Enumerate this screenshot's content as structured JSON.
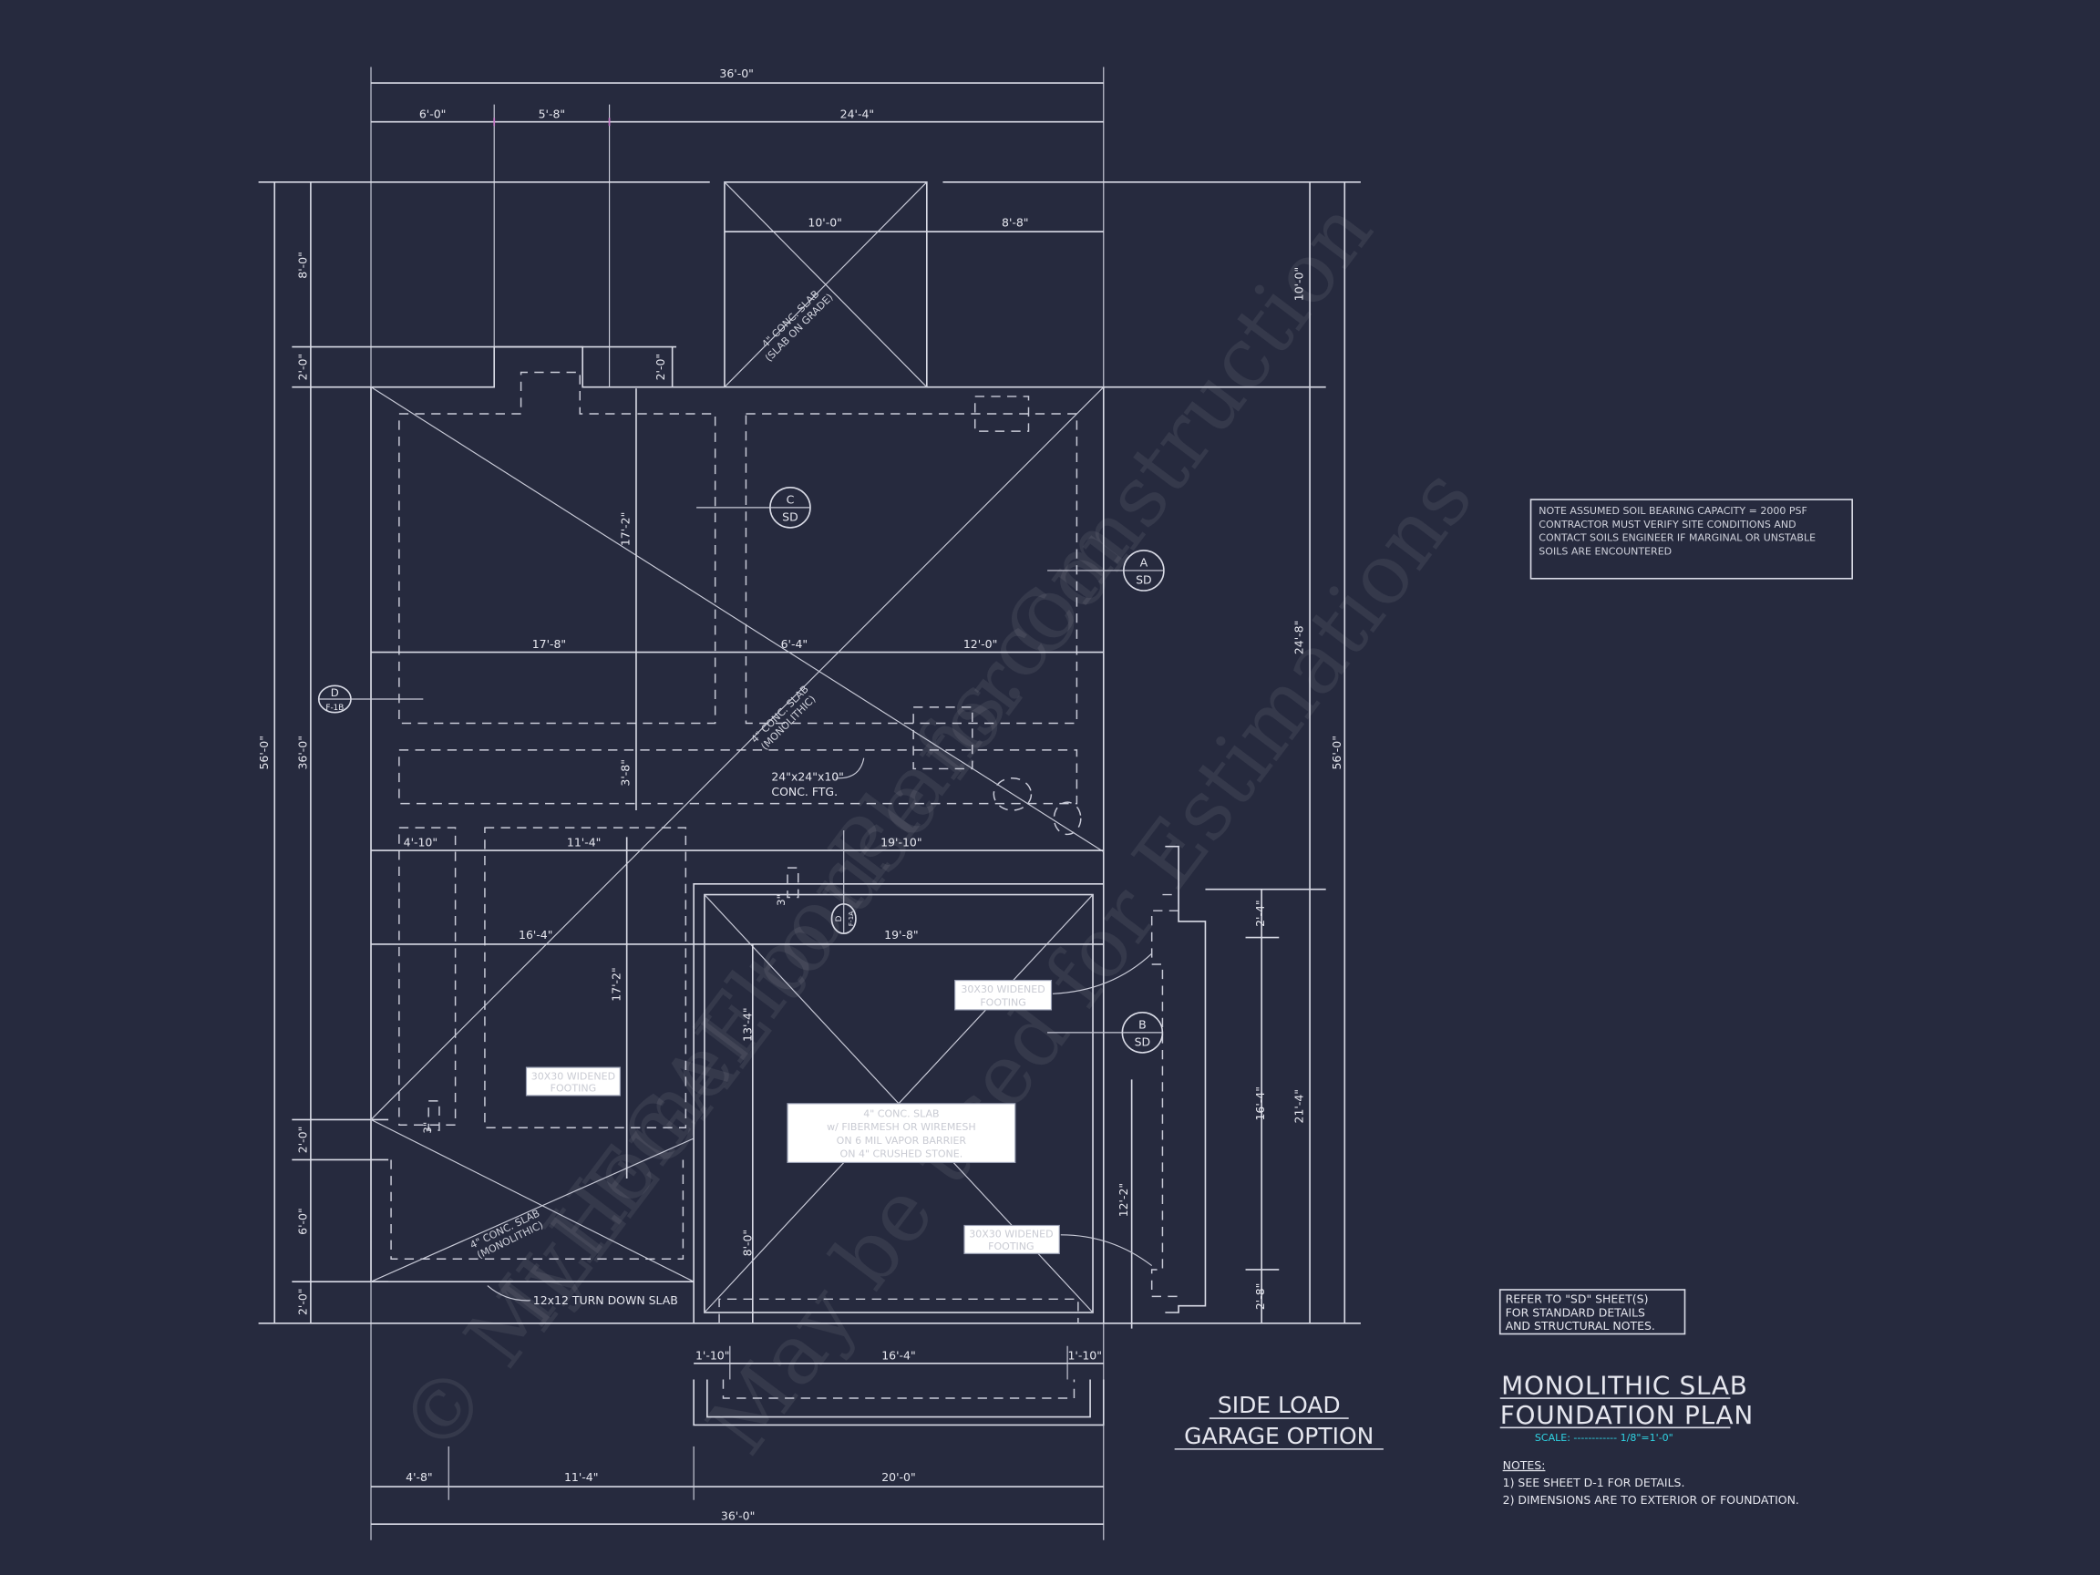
{
  "colors": {
    "background": "#262a3e",
    "linework": "#d9dbe6",
    "scale_text": "#2fd3e3",
    "dimension_ticks": "#c77ac7"
  },
  "watermarks": [
    "© MyHomeFloorPlans.com",
    "ILLEGAL to use for Construction",
    "May be used for Estimations"
  ],
  "dimensions": {
    "top_overall": "36'-0\"",
    "top_row": [
      "6'-0\"",
      "5'-8\"",
      "24'-4\""
    ],
    "porch": [
      "10'-0\"",
      "8'-8\""
    ],
    "left_overall": "56'-0\"",
    "left_segments": [
      "8'-0\"",
      "2'-0\"",
      "36'-0\"",
      "2'-0\"",
      "6'-0\"",
      "2'-0\""
    ],
    "right_overall": "56'-0\"",
    "right_segments": [
      "10'-0\"",
      "24'-8\"",
      "21'-4\""
    ],
    "right_garage": [
      "2'-4\"",
      "16'-4\"",
      "2'-8\""
    ],
    "garage_side": "12'-2\"",
    "row1": [
      "17'-8\"",
      "6'-4\"",
      "12'-0\""
    ],
    "row2": [
      "4'-10\"",
      "11'-4\"",
      "19'-10\""
    ],
    "row3": [
      "16'-4\"",
      "19'-8\""
    ],
    "vertical_inner": [
      "17'-2\"",
      "3'-8\"",
      "17'-2\"",
      "2'-0\""
    ],
    "garage_inner": [
      "13'-4\"",
      "8'-0\"",
      "3\"",
      "3\""
    ],
    "garage_front": [
      "1'-10\"",
      "16'-4\"",
      "1'-10\""
    ],
    "bottom_row": [
      "4'-8\"",
      "11'-4\"",
      "20'-0\""
    ],
    "bottom_overall": "36'-0\""
  },
  "section_tags": [
    {
      "top": "C",
      "bottom": "SD"
    },
    {
      "top": "A",
      "bottom": "SD"
    },
    {
      "top": "B",
      "bottom": "SD"
    },
    {
      "top": "D",
      "bottom": "F-1B"
    },
    {
      "top": "D",
      "bottom": "F-1A"
    }
  ],
  "annotations": {
    "porch_slab": [
      "4\" CONC. SLAB",
      "(SLAB ON GRADE)"
    ],
    "main_slab": [
      "4\" CONC. SLAB",
      "(MONOLITHIC)"
    ],
    "lower_slab": [
      "4\" CONC. SLAB",
      "(MONOLITHIC)"
    ],
    "footing": [
      "24\"x24\"x10\"",
      "CONC. FTG."
    ],
    "turn_down": "12x12 TURN DOWN SLAB",
    "widened_footing": [
      "30X30 WIDENED",
      "FOOTING"
    ],
    "garage_slab": [
      "4\" CONC. SLAB",
      "w/ FIBERMESH OR WIREMESH",
      "ON 6 MIL VAPOR BARRIER",
      "ON 4\" CRUSHED STONE."
    ]
  },
  "soil_note": [
    "NOTE ASSUMED SOIL BEARING CAPACITY = 2000 PSF",
    "CONTRACTOR MUST VERIFY SITE CONDITIONS AND",
    "CONTACT SOILS ENGINEER IF MARGINAL OR UNSTABLE",
    "SOILS ARE ENCOUNTERED"
  ],
  "sd_note": [
    "REFER TO \"SD\" SHEET(S)",
    "FOR STANDARD DETAILS",
    "AND STRUCTURAL NOTES."
  ],
  "option_title": [
    "SIDE LOAD",
    "GARAGE OPTION"
  ],
  "title_block": {
    "title": [
      "MONOLITHIC SLAB",
      "FOUNDATION PLAN"
    ],
    "scale_label": "SCALE: ------------ 1/8\"=1'-0\"",
    "notes_heading": "NOTES:",
    "notes": [
      "1)  SEE SHEET D-1 FOR DETAILS.",
      "2)  DIMENSIONS ARE TO EXTERIOR OF FOUNDATION."
    ]
  }
}
